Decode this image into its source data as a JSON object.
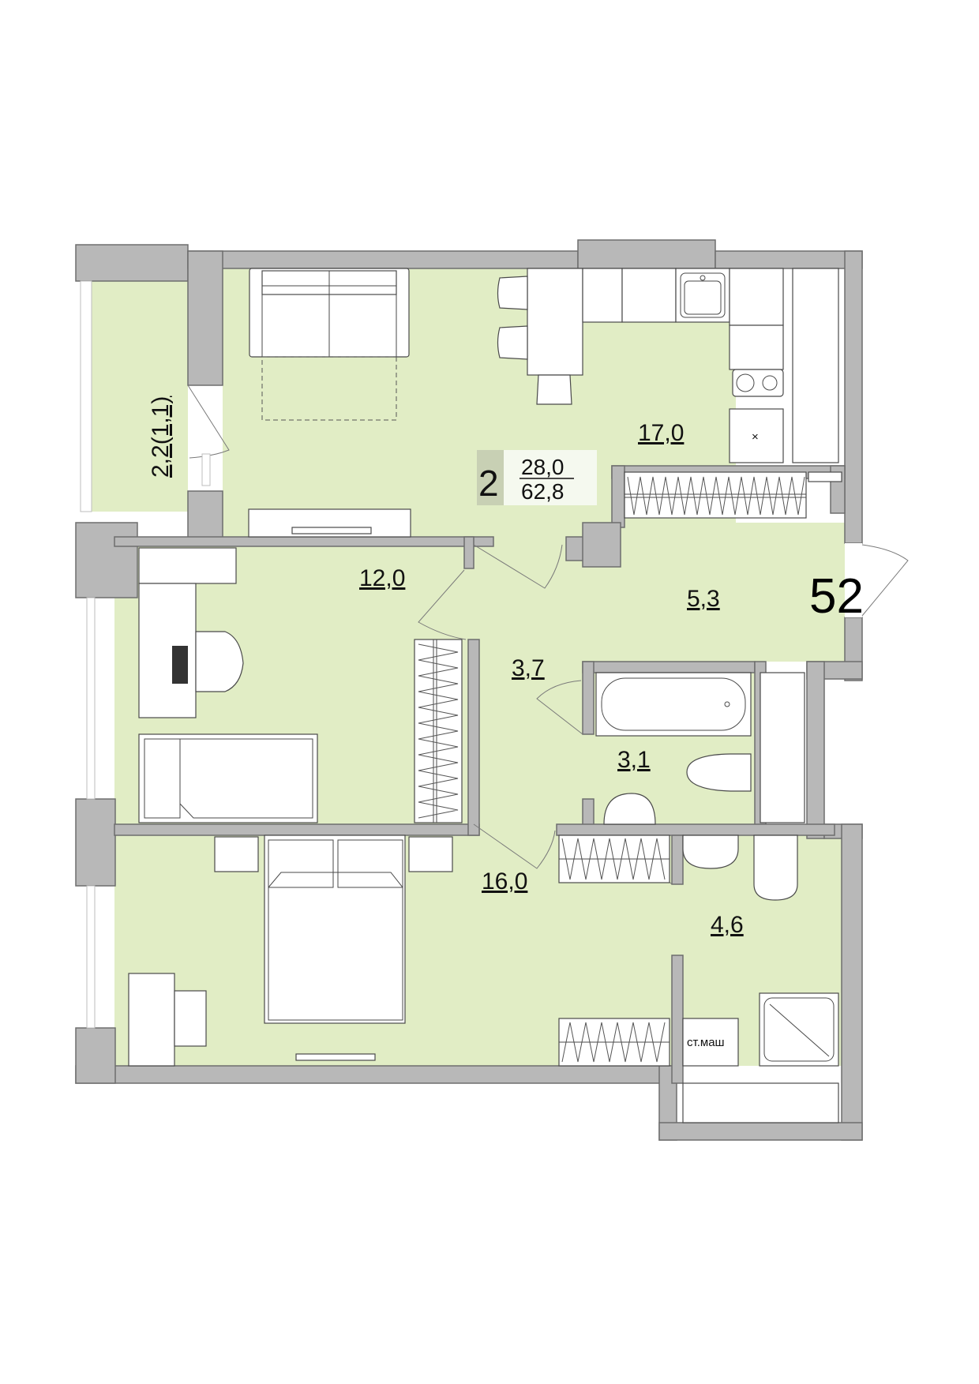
{
  "plan": {
    "apartment_number": "52",
    "summary": {
      "rooms_count": "2",
      "living_area": "28,0",
      "total_area": "62,8"
    },
    "rooms": [
      {
        "id": "kitchen-living",
        "area": "17,0"
      },
      {
        "id": "bedroom-small",
        "area": "12,0"
      },
      {
        "id": "bedroom-master",
        "area": "16,0"
      },
      {
        "id": "hallway-entrance",
        "area": "5,3"
      },
      {
        "id": "corridor",
        "area": "3,7"
      },
      {
        "id": "bathroom",
        "area": "3,1"
      },
      {
        "id": "shower-room",
        "area": "4,6"
      },
      {
        "id": "balcony",
        "area": "2,2(1,1)"
      }
    ],
    "appliance_labels": {
      "washing_machine": "ст.маш",
      "hood_mark": "×"
    }
  },
  "colors": {
    "floor": "#e1edc5",
    "wall": "#b8b8b8",
    "badge_count_bg": "#c8d0b4",
    "badge_values_bg": "#f5f9ef"
  }
}
